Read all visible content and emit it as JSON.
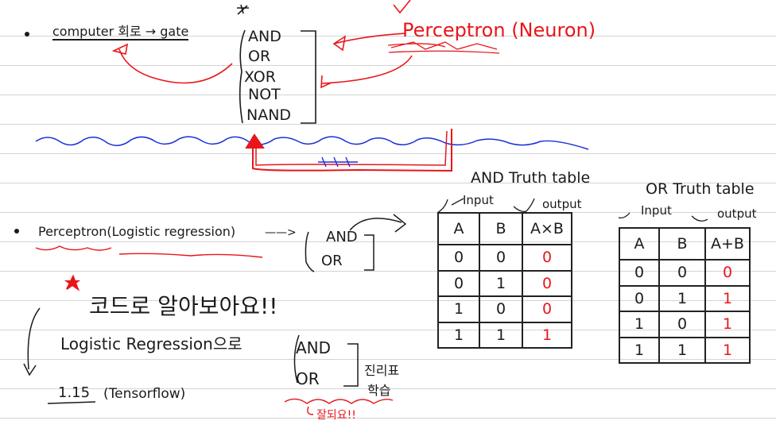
{
  "top": {
    "gate_phrase": "computer 회로 → gate",
    "gates": [
      "AND",
      "OR",
      "XOR",
      "NOT",
      "NAND"
    ],
    "perceptron": "Perceptron (Neuron)"
  },
  "middle": {
    "perceptron_logistic": "Perceptron(Logistic regression)",
    "arrow": "——>",
    "and_or": [
      "AND",
      "OR"
    ]
  },
  "bottom": {
    "korean_code": "코드로 알아보아요!!",
    "logistic_line": "Logistic Regression으로",
    "and_or": [
      "AND",
      "OR"
    ],
    "truth_label": "진리표",
    "learn_label": "학습",
    "tf_version": "1.15",
    "tf_name": "(Tensorflow)",
    "works": "잘되요!!"
  },
  "and_table": {
    "title": "AND Truth table",
    "input_label": "Input",
    "output_label": "output",
    "headers": [
      "A",
      "B",
      "A×B"
    ],
    "rows": [
      [
        "0",
        "0",
        "0"
      ],
      [
        "0",
        "1",
        "0"
      ],
      [
        "1",
        "0",
        "0"
      ],
      [
        "1",
        "1",
        "1"
      ]
    ]
  },
  "or_table": {
    "title": "OR Truth table",
    "input_label": "Input",
    "output_label": "output",
    "headers": [
      "A",
      "B",
      "A+B"
    ],
    "rows": [
      [
        "0",
        "0",
        "0"
      ],
      [
        "0",
        "1",
        "1"
      ],
      [
        "1",
        "0",
        "1"
      ],
      [
        "1",
        "1",
        "1"
      ]
    ]
  },
  "colors": {
    "ink": "#1b1b1b",
    "red": "#e8161b",
    "blue": "#1a2fd8",
    "rule": "#d4d4d4"
  }
}
